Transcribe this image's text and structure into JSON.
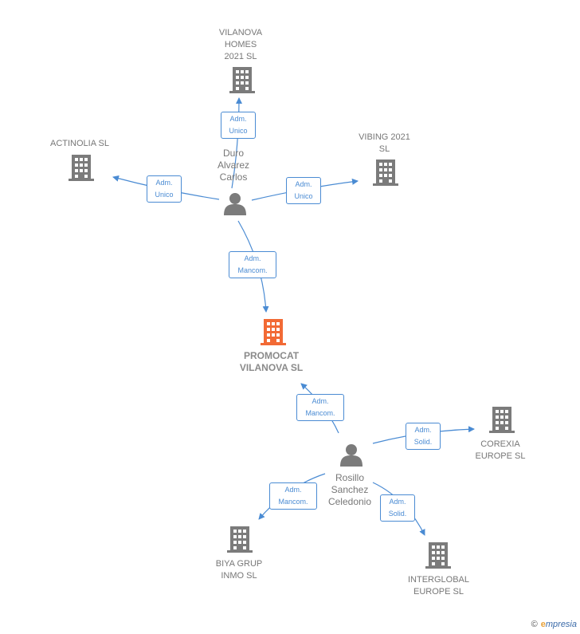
{
  "nodes": {
    "vilanova_homes": {
      "label": "VILANOVA\nHOMES\n2021  SL"
    },
    "actinolia": {
      "label": "ACTINOLIA  SL"
    },
    "vibing": {
      "label": "VIBING 2021\nSL"
    },
    "promocat": {
      "label": "PROMOCAT\nVILANOVA  SL"
    },
    "corexia": {
      "label": "COREXIA\nEUROPE SL"
    },
    "biya": {
      "label": "BIYA GRUP\nINMO SL"
    },
    "interglobal": {
      "label": "INTERGLOBAL\nEUROPE SL"
    }
  },
  "persons": {
    "duro": {
      "label": "Duro\nAlvarez\nCarlos"
    },
    "rosillo": {
      "label": "Rosillo\nSanchez\nCeledonio"
    }
  },
  "edges": {
    "duro_vilanova": "Adm.\nUnico",
    "duro_actinolia": "Adm.\nUnico",
    "duro_vibing": "Adm.\nUnico",
    "duro_promocat": "Adm.\nMancom.",
    "rosillo_promocat": "Adm.\nMancom.",
    "rosillo_corexia": "Adm.\nSolid.",
    "rosillo_biya": "Adm.\nMancom.",
    "rosillo_interglobal": "Adm.\nSolid."
  },
  "colors": {
    "edge": "#4a8bd3",
    "building": "#7b7b7b",
    "main_building": "#f26a35",
    "person": "#7b7b7b"
  },
  "footer": {
    "copyright": "©",
    "brand_initial": "e",
    "brand_rest": "mpresia"
  }
}
